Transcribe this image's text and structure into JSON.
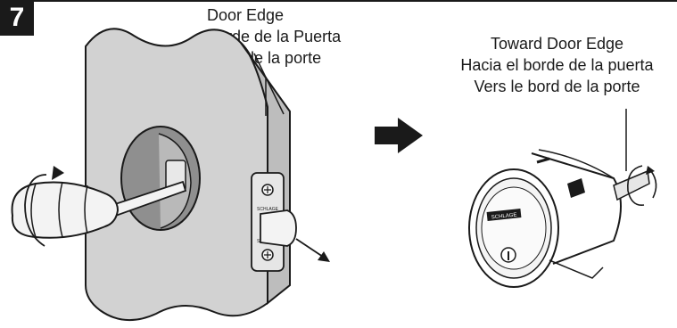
{
  "step": {
    "number": "7"
  },
  "door_edge_label": {
    "lines": [
      "Door Edge",
      "Borde de la Puerta",
      "Bord de la porte"
    ]
  },
  "direction_label": {
    "lines": [
      "Toward Door Edge",
      "Hacia el borde de la puerta",
      "Vers le bord de la porte"
    ]
  },
  "latch_plate_text": {
    "upper": "SCHLAGE",
    "lower": "SCHLAGE"
  },
  "cylinder_text": "SCHLAGE",
  "colors": {
    "door_face": "#d2d2d2",
    "door_edge": "#bdbdbd",
    "ink": "#1a1a1a",
    "bore_hole": "#8f8f8f"
  },
  "icons": [
    "screwdriver-icon",
    "rotation-arrow-icon",
    "direction-arrow-icon",
    "deadbolt-cylinder-icon",
    "latch-bolt-icon"
  ]
}
